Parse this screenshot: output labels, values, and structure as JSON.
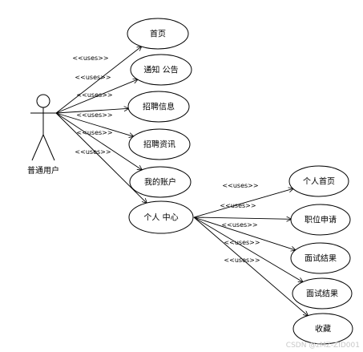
{
  "actor": {
    "label": "普通用户"
  },
  "use_cases": [
    {
      "id": "home",
      "label": "首页"
    },
    {
      "id": "notice",
      "label": "通知 公告"
    },
    {
      "id": "job-info",
      "label": "招聘信息"
    },
    {
      "id": "job-news",
      "label": "招聘资讯"
    },
    {
      "id": "account",
      "label": "我的账户"
    },
    {
      "id": "personal-center",
      "label": "个人 中心"
    },
    {
      "id": "personal-home",
      "label": "个人首页"
    },
    {
      "id": "job-apply",
      "label": "职位申请"
    },
    {
      "id": "interview-result-1",
      "label": "面试结果"
    },
    {
      "id": "interview-result-2",
      "label": "面试结果"
    },
    {
      "id": "favorites",
      "label": "收藏"
    }
  ],
  "relations": [
    {
      "from": "actor",
      "to": "home",
      "label": "<<uses>>"
    },
    {
      "from": "actor",
      "to": "notice",
      "label": "<<uses>>"
    },
    {
      "from": "actor",
      "to": "job-info",
      "label": "<<uses>>"
    },
    {
      "from": "actor",
      "to": "job-news",
      "label": "<<uses>>"
    },
    {
      "from": "actor",
      "to": "account",
      "label": "<<uses>>"
    },
    {
      "from": "actor",
      "to": "personal-center",
      "label": "<<uses>>"
    },
    {
      "from": "personal-center",
      "to": "personal-home",
      "label": "<<uses>>"
    },
    {
      "from": "personal-center",
      "to": "job-apply",
      "label": "<<uses>>"
    },
    {
      "from": "personal-center",
      "to": "interview-result-1",
      "label": "<<uses>>"
    },
    {
      "from": "personal-center",
      "to": "interview-result-2",
      "label": "<<uses>>"
    },
    {
      "from": "personal-center",
      "to": "favorites",
      "label": "<<uses>>"
    }
  ],
  "watermark": "CSDN @zMZ-ZID001",
  "colors": {
    "stroke": "#000000",
    "background": "#ffffff",
    "watermark": "#c8c8c8"
  }
}
